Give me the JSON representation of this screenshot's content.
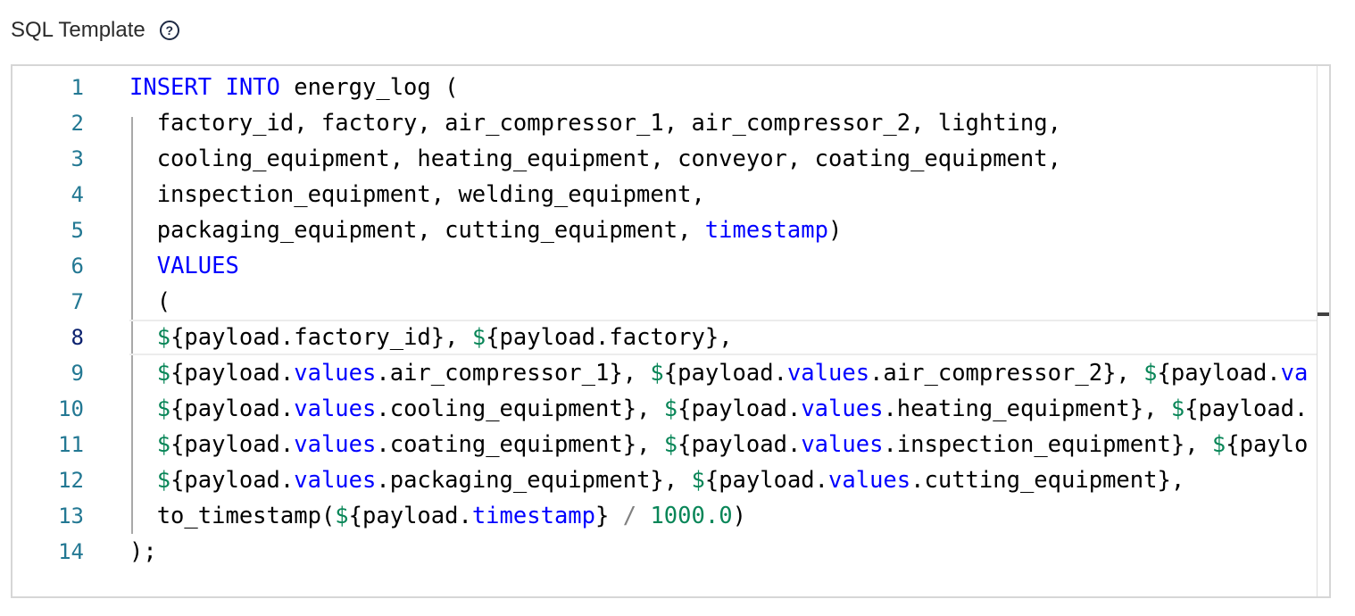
{
  "section": {
    "label": "SQL Template",
    "help_icon": "question-circle-icon"
  },
  "editor": {
    "language": "sql",
    "current_line": 8,
    "lines": [
      {
        "number": "1",
        "tokens": [
          {
            "t": "INSERT INTO",
            "c": "kw"
          },
          {
            "t": " energy_log (",
            "c": "ident"
          }
        ]
      },
      {
        "number": "2",
        "tokens": [
          {
            "t": "  factory_id, factory, air_compressor_1, air_compressor_2, lighting,",
            "c": "ident"
          }
        ]
      },
      {
        "number": "3",
        "tokens": [
          {
            "t": "  cooling_equipment, heating_equipment, conveyor, coating_equipment,",
            "c": "ident"
          }
        ]
      },
      {
        "number": "4",
        "tokens": [
          {
            "t": "  inspection_equipment, welding_equipment,",
            "c": "ident"
          }
        ]
      },
      {
        "number": "5",
        "tokens": [
          {
            "t": "  packaging_equipment, cutting_equipment, ",
            "c": "ident"
          },
          {
            "t": "timestamp",
            "c": "kw"
          },
          {
            "t": ")",
            "c": "ident"
          }
        ]
      },
      {
        "number": "6",
        "tokens": [
          {
            "t": "  ",
            "c": "ident"
          },
          {
            "t": "VALUES",
            "c": "kw"
          }
        ]
      },
      {
        "number": "7",
        "tokens": [
          {
            "t": "  (",
            "c": "ident"
          }
        ]
      },
      {
        "number": "8",
        "tokens": [
          {
            "t": "  ",
            "c": "ident"
          },
          {
            "t": "$",
            "c": "tpl"
          },
          {
            "t": "{payload.factory_id}, ",
            "c": "ident"
          },
          {
            "t": "$",
            "c": "tpl"
          },
          {
            "t": "{payload.factory},",
            "c": "ident"
          }
        ]
      },
      {
        "number": "9",
        "tokens": [
          {
            "t": "  ",
            "c": "ident"
          },
          {
            "t": "$",
            "c": "tpl"
          },
          {
            "t": "{payload.",
            "c": "ident"
          },
          {
            "t": "values",
            "c": "prop"
          },
          {
            "t": ".air_compressor_1}, ",
            "c": "ident"
          },
          {
            "t": "$",
            "c": "tpl"
          },
          {
            "t": "{payload.",
            "c": "ident"
          },
          {
            "t": "values",
            "c": "prop"
          },
          {
            "t": ".air_compressor_2}, ",
            "c": "ident"
          },
          {
            "t": "$",
            "c": "tpl"
          },
          {
            "t": "{payload.",
            "c": "ident"
          },
          {
            "t": "va",
            "c": "prop"
          }
        ]
      },
      {
        "number": "10",
        "tokens": [
          {
            "t": "  ",
            "c": "ident"
          },
          {
            "t": "$",
            "c": "tpl"
          },
          {
            "t": "{payload.",
            "c": "ident"
          },
          {
            "t": "values",
            "c": "prop"
          },
          {
            "t": ".cooling_equipment}, ",
            "c": "ident"
          },
          {
            "t": "$",
            "c": "tpl"
          },
          {
            "t": "{payload.",
            "c": "ident"
          },
          {
            "t": "values",
            "c": "prop"
          },
          {
            "t": ".heating_equipment}, ",
            "c": "ident"
          },
          {
            "t": "$",
            "c": "tpl"
          },
          {
            "t": "{payload.",
            "c": "ident"
          }
        ]
      },
      {
        "number": "11",
        "tokens": [
          {
            "t": "  ",
            "c": "ident"
          },
          {
            "t": "$",
            "c": "tpl"
          },
          {
            "t": "{payload.",
            "c": "ident"
          },
          {
            "t": "values",
            "c": "prop"
          },
          {
            "t": ".coating_equipment}, ",
            "c": "ident"
          },
          {
            "t": "$",
            "c": "tpl"
          },
          {
            "t": "{payload.",
            "c": "ident"
          },
          {
            "t": "values",
            "c": "prop"
          },
          {
            "t": ".inspection_equipment}, ",
            "c": "ident"
          },
          {
            "t": "$",
            "c": "tpl"
          },
          {
            "t": "{paylo",
            "c": "ident"
          }
        ]
      },
      {
        "number": "12",
        "tokens": [
          {
            "t": "  ",
            "c": "ident"
          },
          {
            "t": "$",
            "c": "tpl"
          },
          {
            "t": "{payload.",
            "c": "ident"
          },
          {
            "t": "values",
            "c": "prop"
          },
          {
            "t": ".packaging_equipment}, ",
            "c": "ident"
          },
          {
            "t": "$",
            "c": "tpl"
          },
          {
            "t": "{payload.",
            "c": "ident"
          },
          {
            "t": "values",
            "c": "prop"
          },
          {
            "t": ".cutting_equipment},",
            "c": "ident"
          }
        ]
      },
      {
        "number": "13",
        "tokens": [
          {
            "t": "  to_timestamp(",
            "c": "ident"
          },
          {
            "t": "$",
            "c": "tpl"
          },
          {
            "t": "{payload.",
            "c": "ident"
          },
          {
            "t": "timestamp",
            "c": "prop"
          },
          {
            "t": "} ",
            "c": "ident"
          },
          {
            "t": "/",
            "c": "op"
          },
          {
            "t": " ",
            "c": "ident"
          },
          {
            "t": "1000.0",
            "c": "num"
          },
          {
            "t": ")",
            "c": "ident"
          }
        ]
      },
      {
        "number": "14",
        "tokens": [
          {
            "t": ");",
            "c": "ident"
          }
        ]
      }
    ]
  },
  "colors": {
    "keyword": "#0000ff",
    "template_dollar": "#098658",
    "number": "#098658",
    "operator": "#808080",
    "line_number": "#237893",
    "line_number_active": "#0b216f",
    "border": "#d6d6d6"
  }
}
